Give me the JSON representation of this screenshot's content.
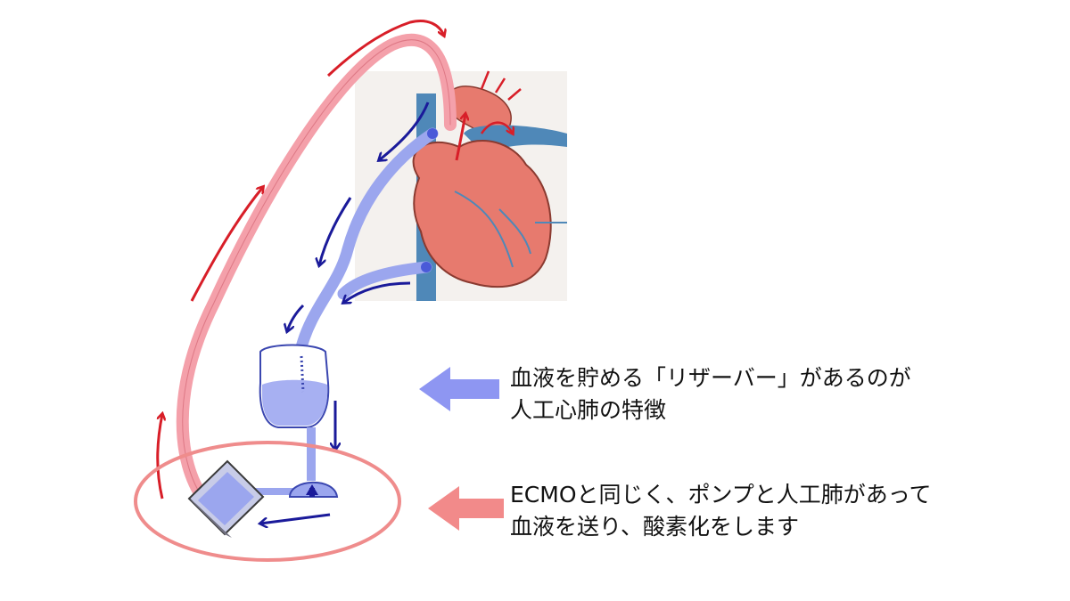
{
  "captions": {
    "reservoir": {
      "line1": "血液を貯める「リザーバー」があるのが",
      "line2": "人工心肺の特徴"
    },
    "ecmo": {
      "line1": "ECMOと同じく、ポンプと人工肺があって",
      "line2": "血液を送り、酸素化をします"
    }
  },
  "colors": {
    "arterial_line": "#f4a0aa",
    "arterial_arrow": "#d81e28",
    "venous_line": "#9ba6ee",
    "venous_arrow": "#1a1a9a",
    "heart": "#e77a6e",
    "vessel_blue": "#4f88b8",
    "highlight_ellipse": "#ef8c8c",
    "pointer_blue": "#8e96f2",
    "pointer_pink": "#f28a8a"
  },
  "icons": {
    "heart": "heart-icon",
    "reservoir": "reservoir-icon",
    "pump": "pump-icon",
    "oxygenator": "oxygenator-icon"
  }
}
